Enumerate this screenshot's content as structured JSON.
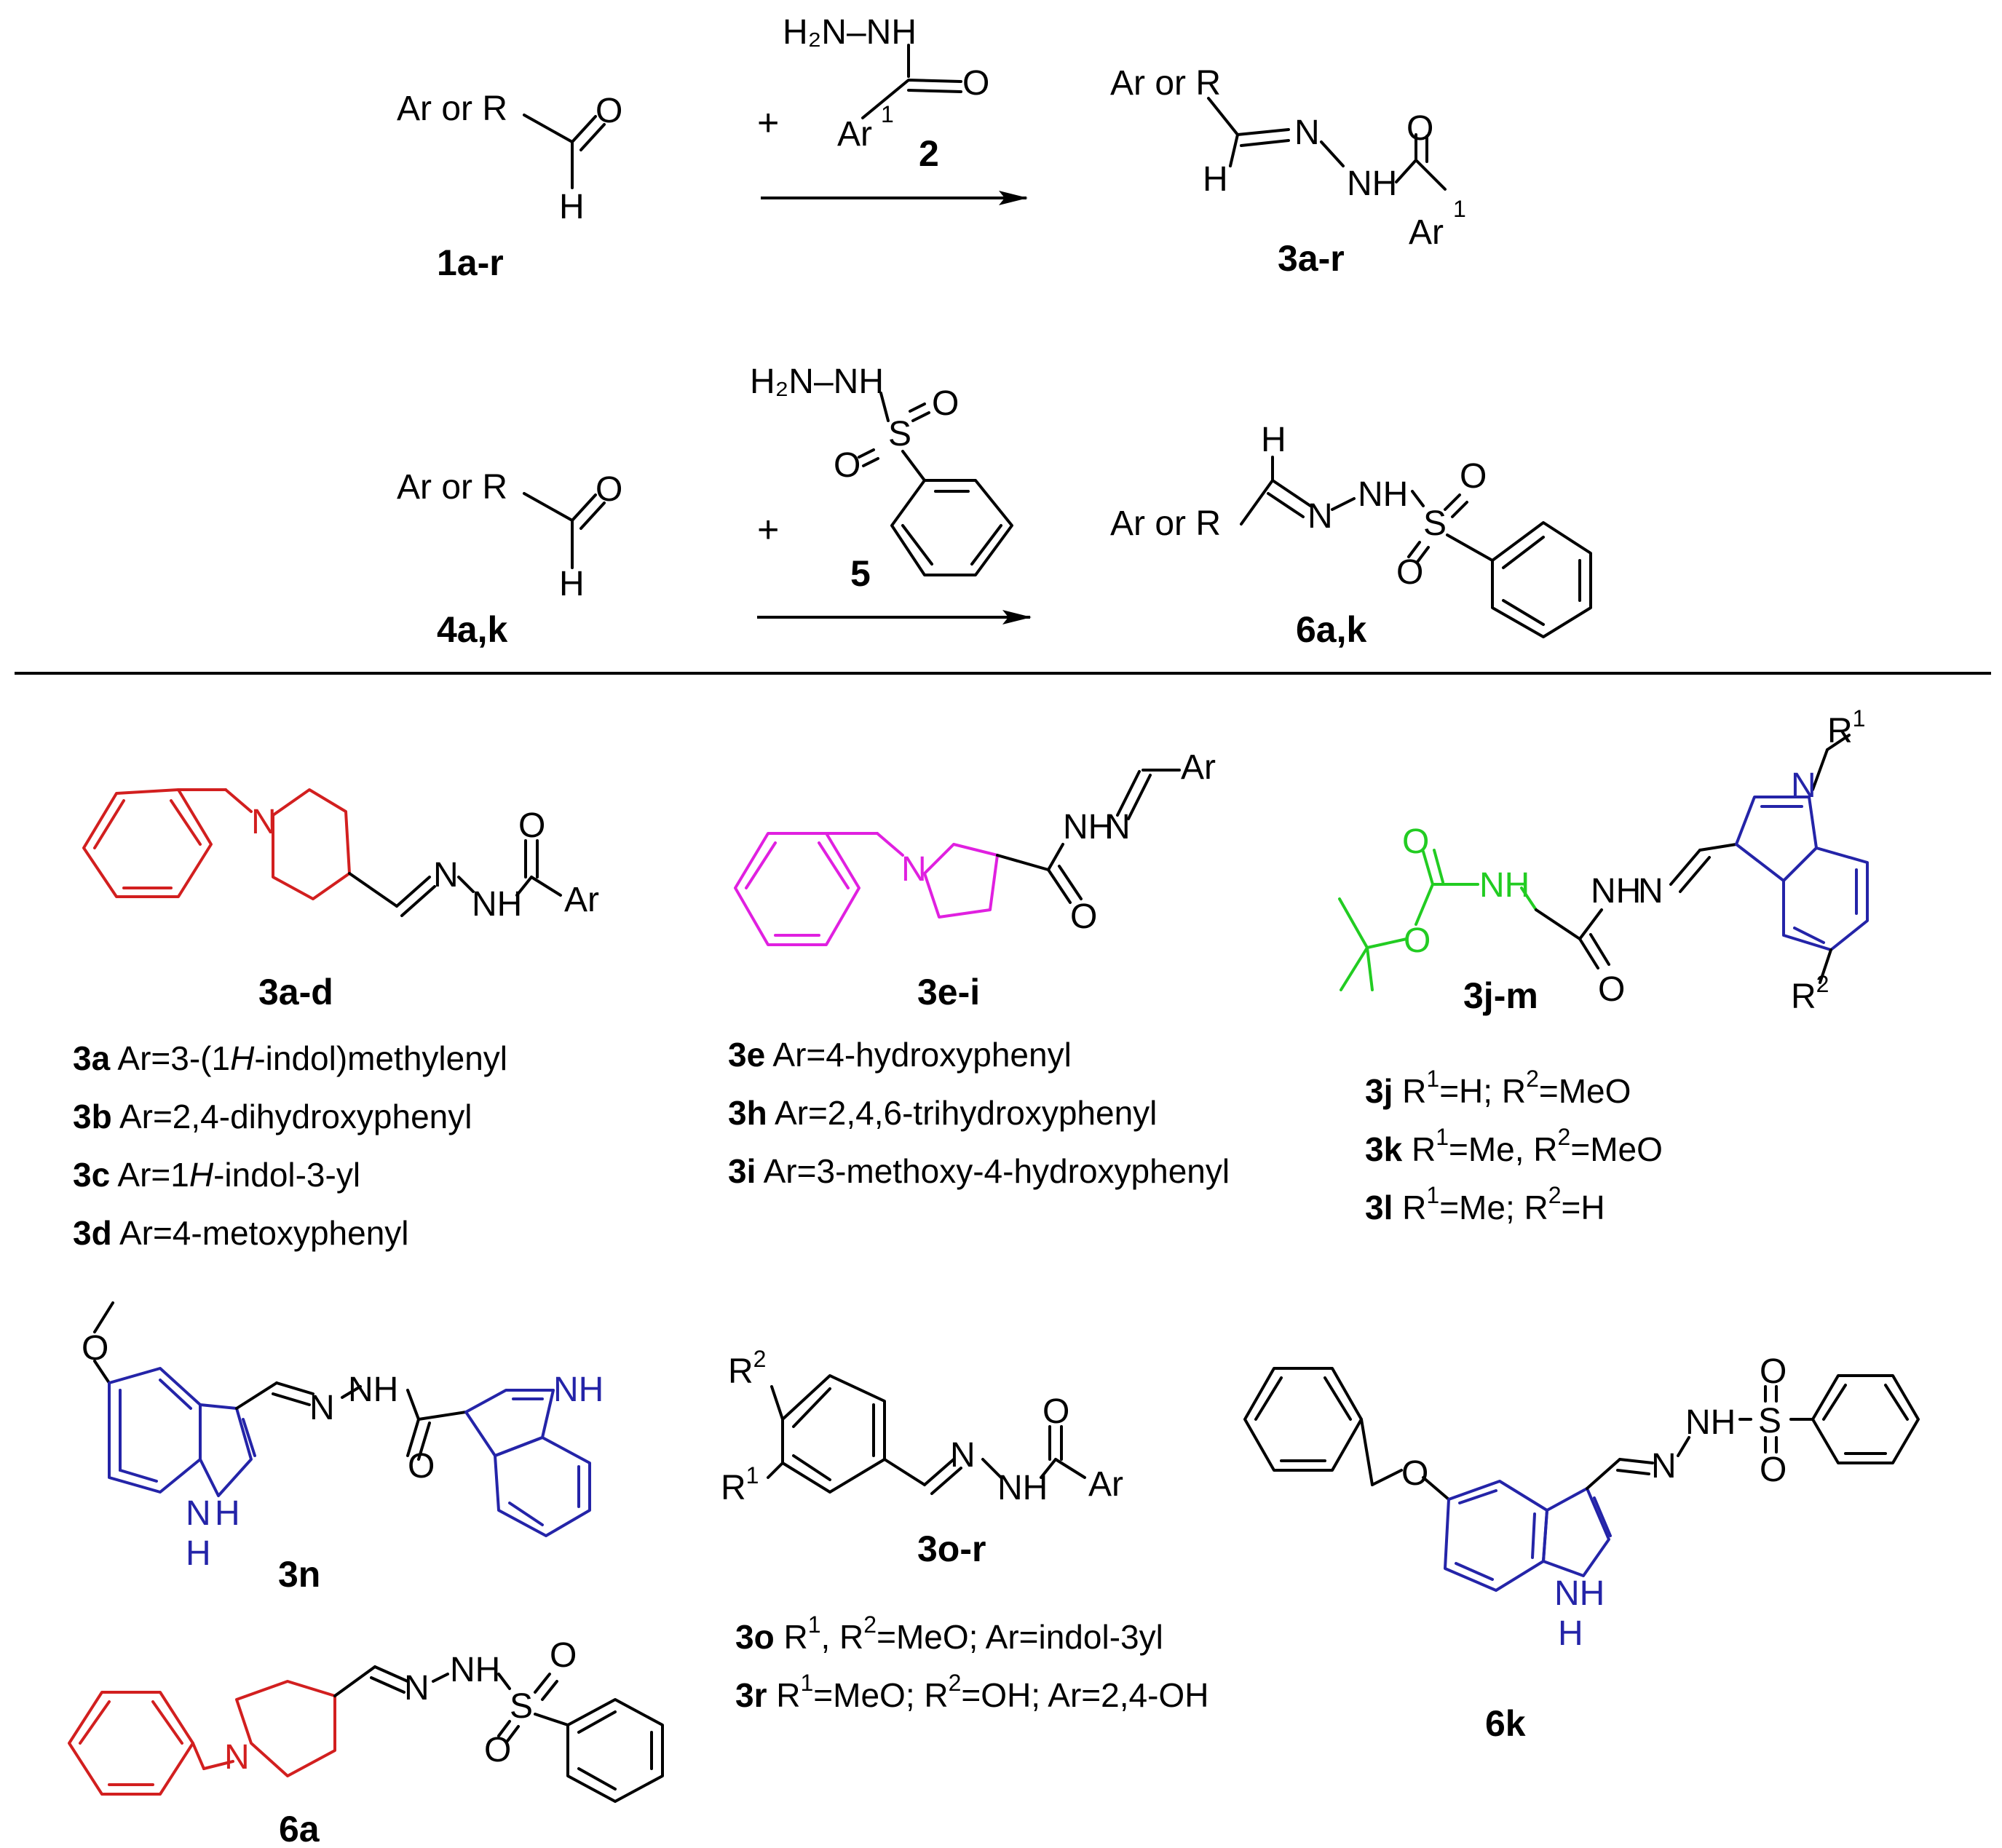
{
  "scheme1": {
    "reactant_label": "1a-r",
    "reagent_label": "2",
    "product_label": "3a-r",
    "ar_or_r": "Ar or R",
    "plus": "+"
  },
  "scheme2": {
    "reactant_label": "4a,k",
    "reagent_label": "5",
    "product_label": "6a,k",
    "ar_or_r": "Ar or R",
    "plus": "+"
  },
  "atoms": {
    "O": "O",
    "H": "H",
    "N": "N",
    "NH": "NH",
    "S": "S",
    "Ar": "Ar",
    "H2N_NH": "H₂N–NH",
    "R": "R",
    "sup1": "1",
    "sup2": "2"
  },
  "compounds": {
    "c3ad": {
      "label": "3a-d",
      "items": [
        {
          "id": "3a",
          "pre": "Ar=3-(1",
          "it": "H",
          "post": "-indol)methylenyl"
        },
        {
          "id": "3b",
          "pre": "Ar=2,4-dihydroxyphenyl",
          "it": "",
          "post": ""
        },
        {
          "id": "3c",
          "pre": "Ar=1",
          "it": "H",
          "post": "-indol-3-yl"
        },
        {
          "id": "3d",
          "pre": "Ar=4-metoxyphenyl",
          "it": "",
          "post": ""
        }
      ]
    },
    "c3ei": {
      "label": "3e-i",
      "items": [
        {
          "id": "3e",
          "text": "Ar=4-hydroxyphenyl"
        },
        {
          "id": "3h",
          "text": "Ar=2,4,6-trihydroxyphenyl"
        },
        {
          "id": "3i",
          "text": "Ar=3-methoxy-4-hydroxyphenyl"
        }
      ]
    },
    "c3jm": {
      "label": "3j-m",
      "items": [
        {
          "id": "3j",
          "a": "=H; R",
          "b": "=MeO"
        },
        {
          "id": "3k",
          "a": "=Me, R",
          "b": "=MeO"
        },
        {
          "id": "3l",
          "a": "=Me; R",
          "b": "=H"
        }
      ]
    },
    "c3n": {
      "label": "3n"
    },
    "c3or": {
      "label": "3o-r",
      "items": [
        {
          "id": "3o",
          "a": ", R",
          "b": "=MeO; Ar=indol-3yl"
        },
        {
          "id": "3r",
          "a": "=MeO; R",
          "b": "=OH; Ar=2,4-OH"
        }
      ]
    },
    "c6a": {
      "label": "6a"
    },
    "c6k": {
      "label": "6k"
    }
  },
  "colors": {
    "piperidine": "#d21f1f",
    "pyrrolidine": "#e020e0",
    "indole": "#2424a8",
    "boc_glycine": "#22cc22",
    "default": "#000000"
  }
}
